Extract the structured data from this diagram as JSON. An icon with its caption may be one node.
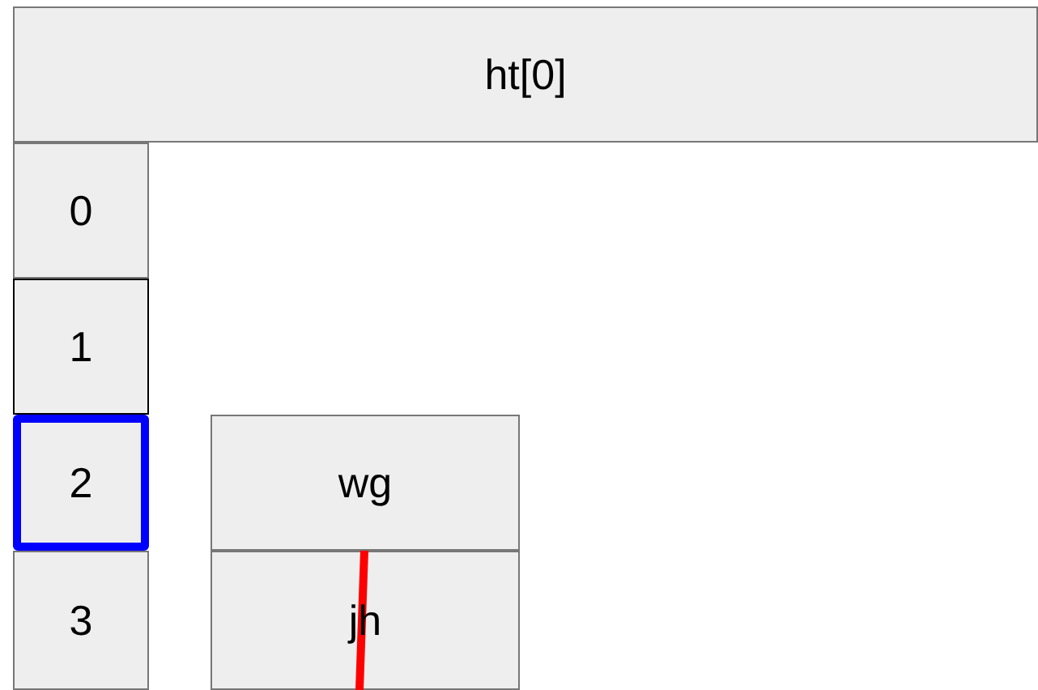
{
  "diagram": {
    "nodes": [
      {
        "text": [
          "ht[0]"
        ]
      },
      {
        "text": [
          "0"
        ]
      },
      {
        "text": [
          "1"
        ]
      },
      {
        "text": [
          "2"
        ]
      },
      {
        "text": [
          "3"
        ]
      },
      {
        "text": [
          "wg"
        ]
      },
      {
        "text": [
          "jh"
        ]
      }
    ]
  }
}
